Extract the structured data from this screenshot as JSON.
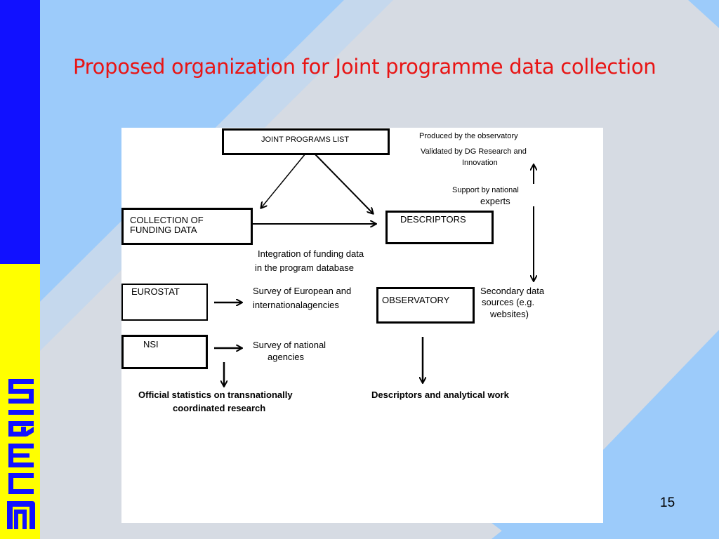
{
  "slide": {
    "title": "Proposed organization for Joint programme data collection",
    "page_number": "15"
  },
  "diagram": {
    "boxes": {
      "joint_programs_list": "JOINT PROGRAMS LIST",
      "collection_of_funding_data_line1": "COLLECTION OF",
      "collection_of_funding_data_line2": "FUNDING DATA",
      "descriptors": "DESCRIPTORS",
      "eurostat": "EUROSTAT",
      "nsi": "NSI",
      "observatory": "OBSERVATORY"
    },
    "annotations": {
      "produced_by": "Produced by the observatory",
      "validated_line1": "Validated by DG Research and",
      "validated_line2": "Innovation",
      "support_line1": "Support by national",
      "support_line2": "experts",
      "integration_line1": "Integration of funding data",
      "integration_line2": "in the program database",
      "survey_european_line1": "Survey of European and",
      "survey_european_line2": "internationalagencies",
      "survey_national_line1": "Survey of national",
      "survey_national_line2": "agencies",
      "secondary_line1": "Secondary data",
      "secondary_line2": "sources (e.g.",
      "secondary_line3": "websites)",
      "official_stats_line1": "Official statistics on transnationally",
      "official_stats_line2": "coordinated research",
      "descriptors_work": "Descriptors and analytical work"
    }
  },
  "colors": {
    "title_red": "#e81515",
    "sidebar_blue": "#1111ff",
    "sidebar_yellow": "#ffff00",
    "background_light_blue": "#9ccbfa",
    "background_gray": "#d6dbe3"
  }
}
